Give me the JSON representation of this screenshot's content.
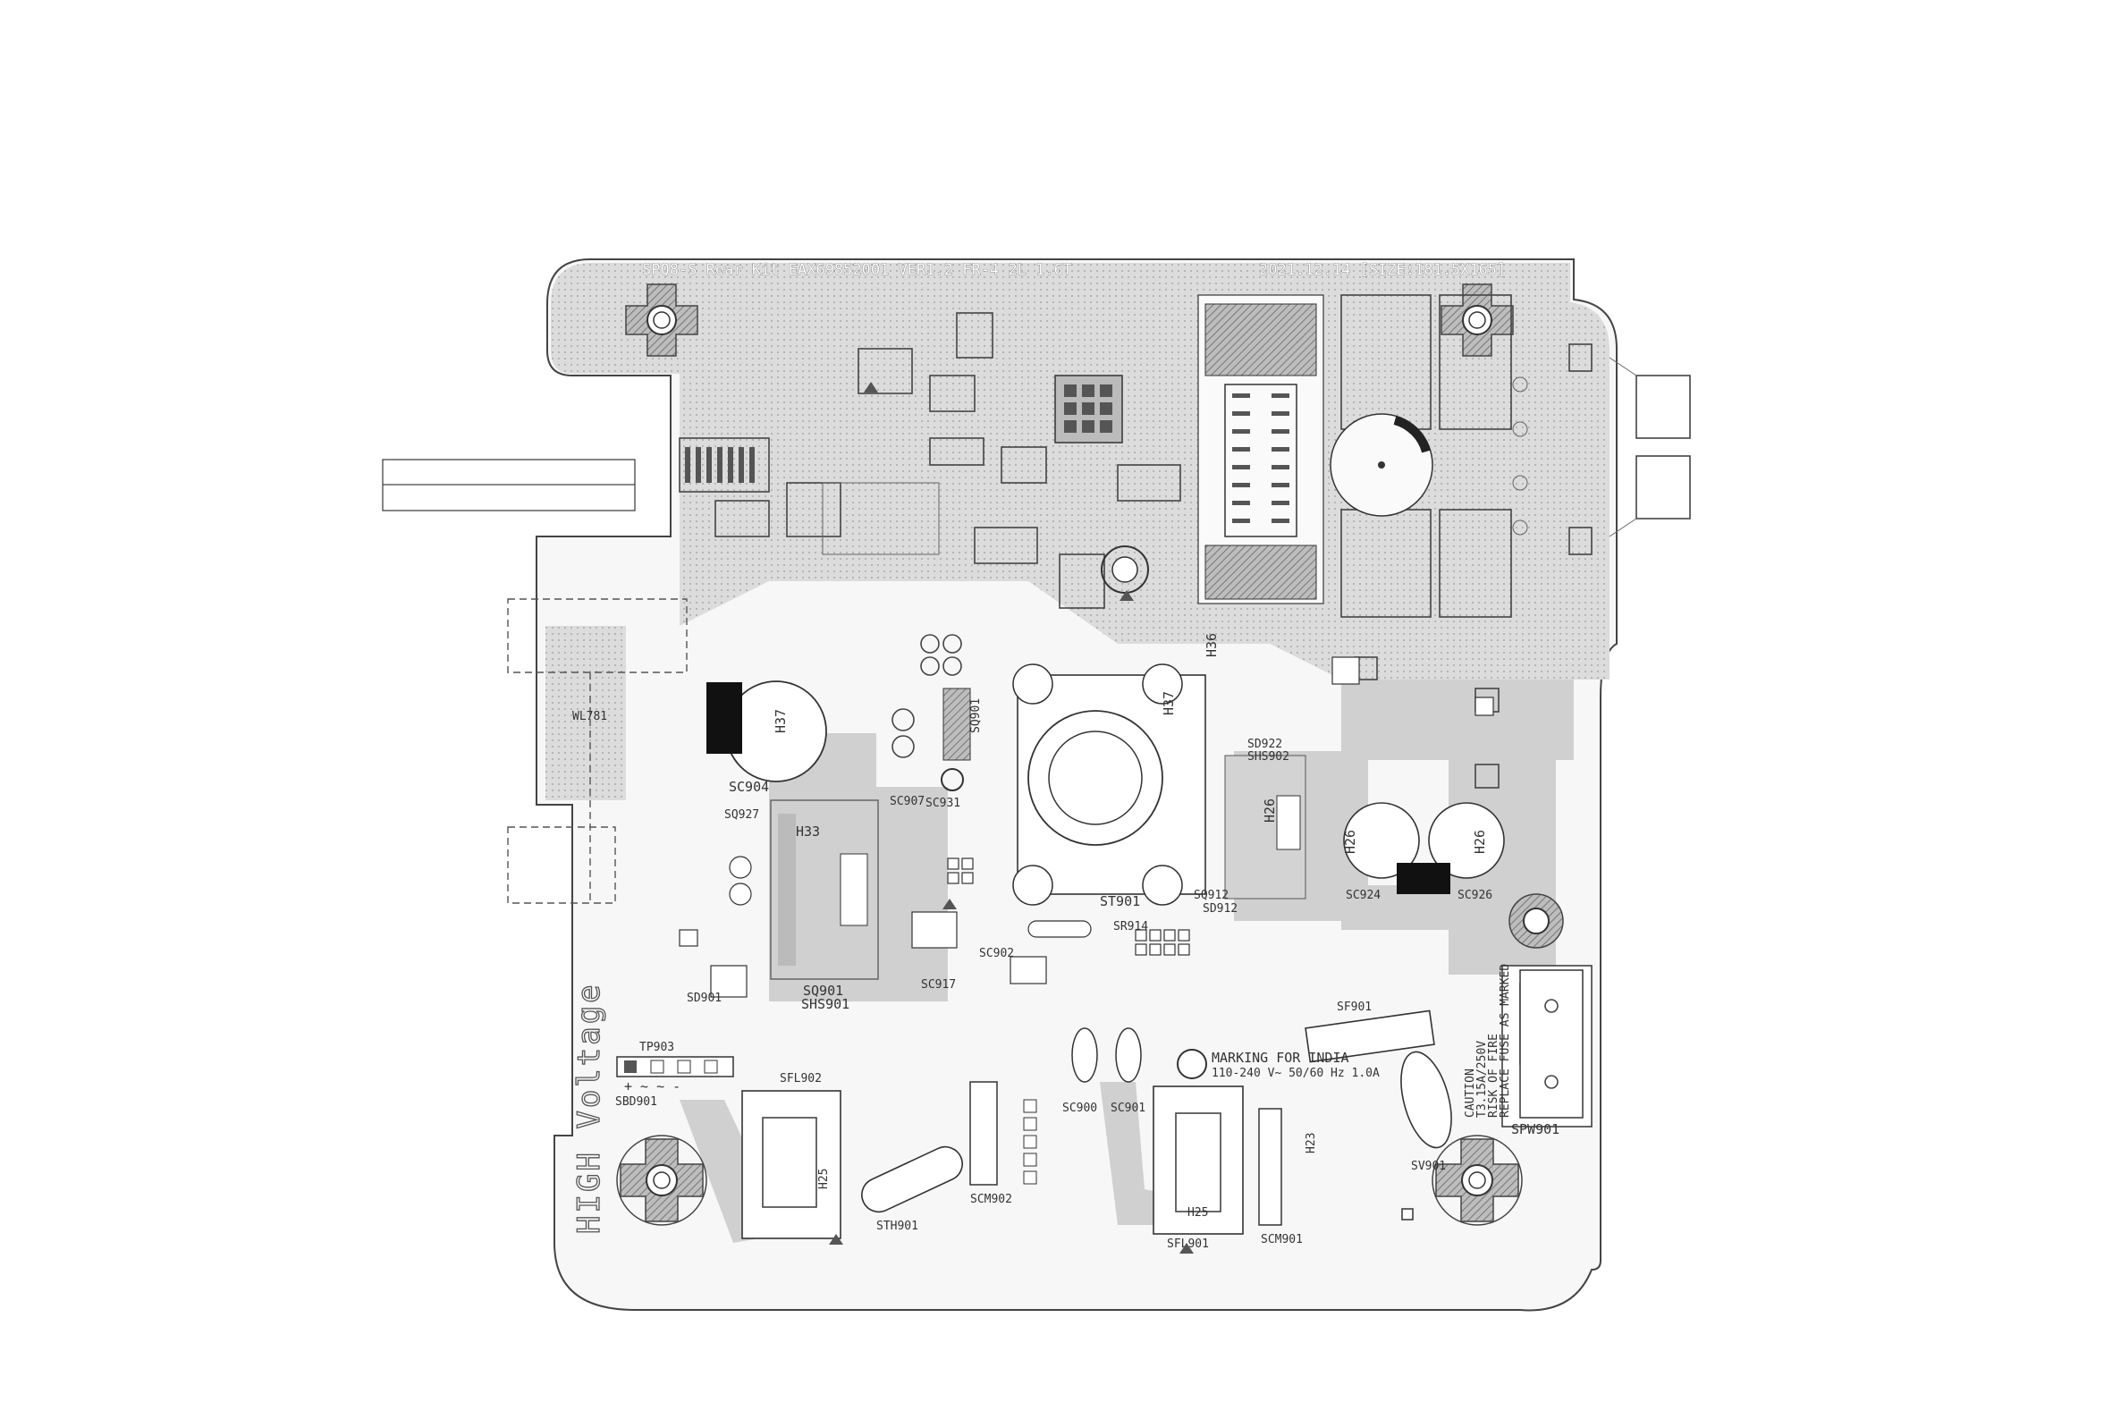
{
  "board": {
    "header_left": "SPQ8-S Rear Kit EAX69852001 VER1.2 FR-4 2L 1.6T",
    "header_right": "2021.12.14 [SIZE:181.5X165]",
    "high_voltage": "HIGH Voltage",
    "marking_title": "MARKING FOR INDIA",
    "marking_rating": "110-240 V~ 50/60 Hz 1.0A",
    "caution": [
      "CAUTION",
      "T3.15A/250V",
      "RISK OF FIRE",
      "REPLACE FUSE AS MARKED"
    ],
    "silkscreen": {
      "sc904": "SC904",
      "h37a": "H37",
      "h37b": "H37",
      "h33": "H33",
      "sq901": "SQ901",
      "shs901": "SHS901",
      "st901": "ST901",
      "sd922": "SD922",
      "shs902": "SHS902",
      "h26a": "H26",
      "h26b": "H26",
      "h26c": "H26",
      "sc924": "SC924",
      "sc926": "SC926",
      "h36": "H36",
      "sfl902": "SFL902",
      "h25a": "H25",
      "sth901": "STH901",
      "scm902": "SCM902",
      "sc900": "SC900",
      "sc901": "SC901",
      "sfl901": "SFL901",
      "h25b": "H25",
      "scm901": "SCM901",
      "h23": "H23",
      "sf901": "SF901",
      "sv901": "SV901",
      "spw901": "SPW901",
      "sbd901": "SBD901",
      "sbd901_pins": "+ ~ ~ -",
      "sc902": "SC902",
      "sc917": "SC917",
      "sc931": "SC931",
      "sq912": "SQ912",
      "sq927": "SQ927",
      "sr914": "SR914",
      "sd901": "SD901",
      "tp903": "TP903",
      "wl781": "WL781",
      "sc907": "SC907",
      "sd912": "SD912"
    }
  }
}
